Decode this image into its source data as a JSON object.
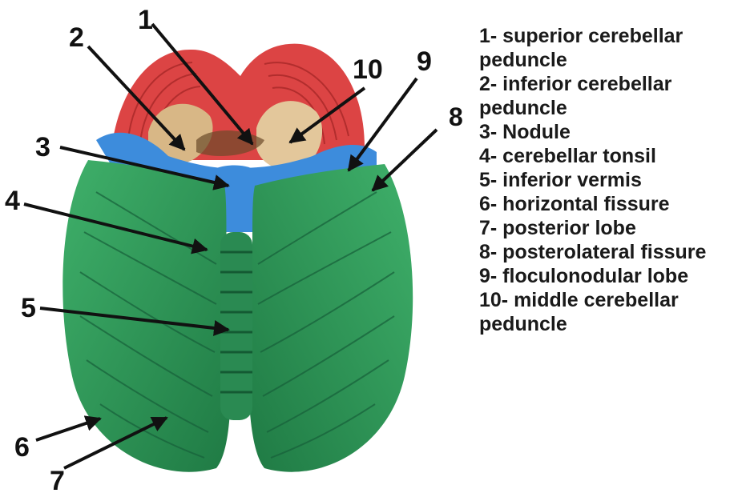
{
  "diagram": {
    "callouts": [
      "1",
      "2",
      "3",
      "4",
      "5",
      "6",
      "7",
      "8",
      "9",
      "10"
    ],
    "colors": {
      "posterior_lobe": "#2e9a58",
      "floculonodular": "#2f7fd0",
      "peduncles": "#e04848",
      "cut_surface": "#d9b98a",
      "arrows": "#111111"
    }
  },
  "legend": {
    "items": [
      "1- superior cerebellar peduncle",
      "2- inferior cerebellar peduncle",
      "3- Nodule",
      "4- cerebellar tonsil",
      "5- inferior vermis",
      "6- horizontal fissure",
      "7- posterior lobe",
      "8- posterolateral fissure",
      "9- floculonodular lobe",
      "10- middle cerebellar peduncle"
    ]
  }
}
